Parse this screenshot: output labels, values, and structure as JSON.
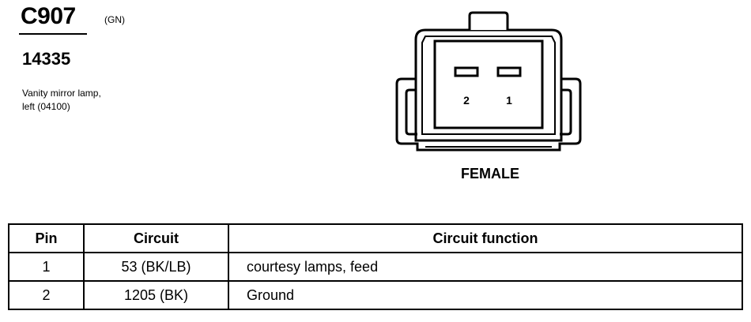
{
  "connector": {
    "id": "C907",
    "color_code": "(GN)",
    "part_number": "14335",
    "description_line1": "Vanity mirror lamp,",
    "description_line2": "left (04100)",
    "gender": "FEMALE",
    "pin_labels": [
      "2",
      "1"
    ]
  },
  "table": {
    "headers": {
      "pin": "Pin",
      "circuit": "Circuit",
      "function": "Circuit function"
    },
    "rows": [
      {
        "pin": "1",
        "circuit": "53 (BK/LB)",
        "function": "courtesy lamps, feed"
      },
      {
        "pin": "2",
        "circuit": "1205 (BK)",
        "function": "Ground"
      }
    ]
  }
}
